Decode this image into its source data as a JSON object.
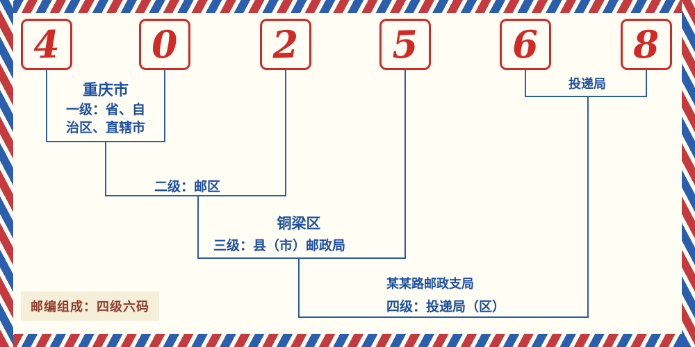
{
  "postal_code": {
    "digits": [
      "4",
      "0",
      "2",
      "5",
      "6",
      "8"
    ]
  },
  "annotations": {
    "level1": {
      "name": "重庆市",
      "desc_line1": "一级：省、自",
      "desc_line2": "治区、直辖市"
    },
    "level2": {
      "desc": "二级：邮区"
    },
    "level3": {
      "name": "铜梁区",
      "desc": "三级：县（市）邮政局"
    },
    "level4": {
      "name": "某某路邮政支局",
      "desc": "四级：投递局（区）"
    },
    "delivery": {
      "name": "投递局"
    }
  },
  "footer": {
    "note": "邮编组成：四级六码"
  },
  "colors": {
    "digit_red": "#cf2a26",
    "stripe_red": "#c43a3e",
    "stripe_blue": "#2b5fad",
    "line_blue": "#2a5caa",
    "text_blue": "#1d4fa0",
    "note_red": "#8f3c2c",
    "note_bg": "#f5eed8",
    "bg": "#fffdf4"
  }
}
